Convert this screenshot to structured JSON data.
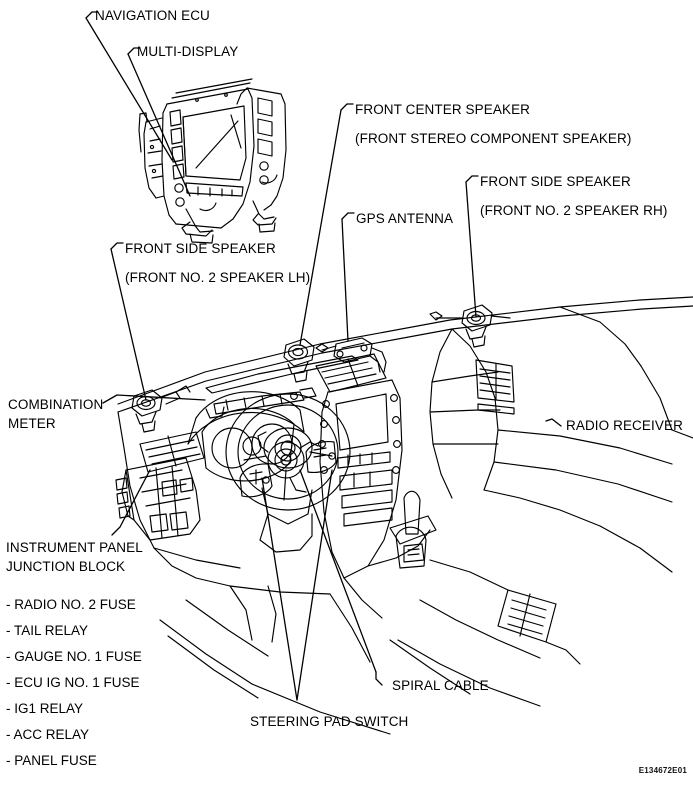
{
  "figure": {
    "code": "E134672E01",
    "kind": "vehicle-audio-navigation-component-location"
  },
  "labels": {
    "navigation_ecu": "NAVIGATION ECU",
    "multi_display": "MULTI-DISPLAY",
    "front_center_speaker": "FRONT CENTER SPEAKER",
    "front_center_speaker_alt": "(FRONT STEREO COMPONENT SPEAKER)",
    "front_side_speaker_rh": "FRONT SIDE SPEAKER",
    "front_side_speaker_rh_alt": "(FRONT NO. 2 SPEAKER RH)",
    "gps_antenna": "GPS ANTENNA",
    "front_side_speaker_lh": "FRONT SIDE SPEAKER",
    "front_side_speaker_lh_alt": "(FRONT NO. 2 SPEAKER LH)",
    "combination_meter_line1": "COMBINATION",
    "combination_meter_line2": "METER",
    "radio_receiver": "RADIO RECEIVER",
    "instrument_panel_junction_block_line1": "INSTRUMENT PANEL",
    "instrument_panel_junction_block_line2": "JUNCTION BLOCK",
    "spiral_cable": "SPIRAL CABLE",
    "steering_pad_switch": "STEERING PAD SWITCH"
  },
  "junction_block_items": [
    "- RADIO NO. 2 FUSE",
    "- TAIL RELAY",
    "- GAUGE NO. 1 FUSE",
    "- ECU IG NO. 1 FUSE",
    "- IG1 RELAY",
    "- ACC RELAY",
    "- PANEL FUSE"
  ],
  "colors": {
    "line": "#000000",
    "background": "#ffffff",
    "text": "#000000"
  }
}
